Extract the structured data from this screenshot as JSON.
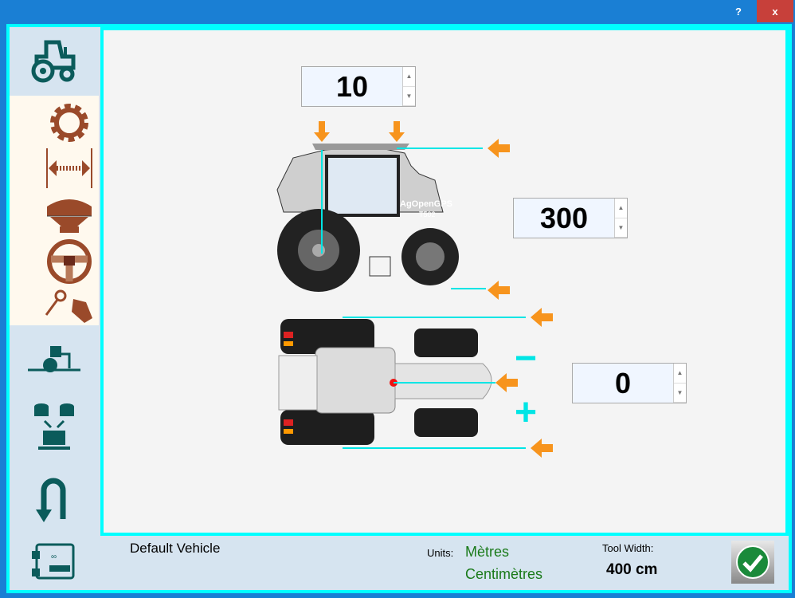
{
  "window": {
    "help_label": "?",
    "close_label": "x"
  },
  "sidebar": {
    "items": [
      {
        "icon": "tractor-icon"
      },
      {
        "icon": "gear-icon"
      },
      {
        "icon": "width-arrows-icon"
      },
      {
        "icon": "gps-antenna-icon"
      },
      {
        "icon": "steering-wheel-icon"
      },
      {
        "icon": "keys-icon"
      },
      {
        "icon": "implement-icon"
      },
      {
        "icon": "data-sources-icon"
      },
      {
        "icon": "u-turn-icon"
      },
      {
        "icon": "arduino-board-icon"
      }
    ]
  },
  "main": {
    "antenna_height": "10",
    "wheelbase": "300",
    "antenna_offset": "0",
    "minus_label": "−",
    "plus_label": "+",
    "tractor_brand": "AgOpenGPS",
    "tractor_model": "T502"
  },
  "footer": {
    "vehicle_name": "Default Vehicle",
    "units_label": "Units:",
    "units_primary": "Mètres",
    "units_secondary": "Centimètres",
    "tool_width_label": "Tool Width:",
    "tool_width_value": "400 cm"
  },
  "colors": {
    "accent": "#00ffff",
    "orange": "#f7941d",
    "brown": "#9a4a2a",
    "teal": "#0b5b5b",
    "green": "#1a7a1a"
  }
}
